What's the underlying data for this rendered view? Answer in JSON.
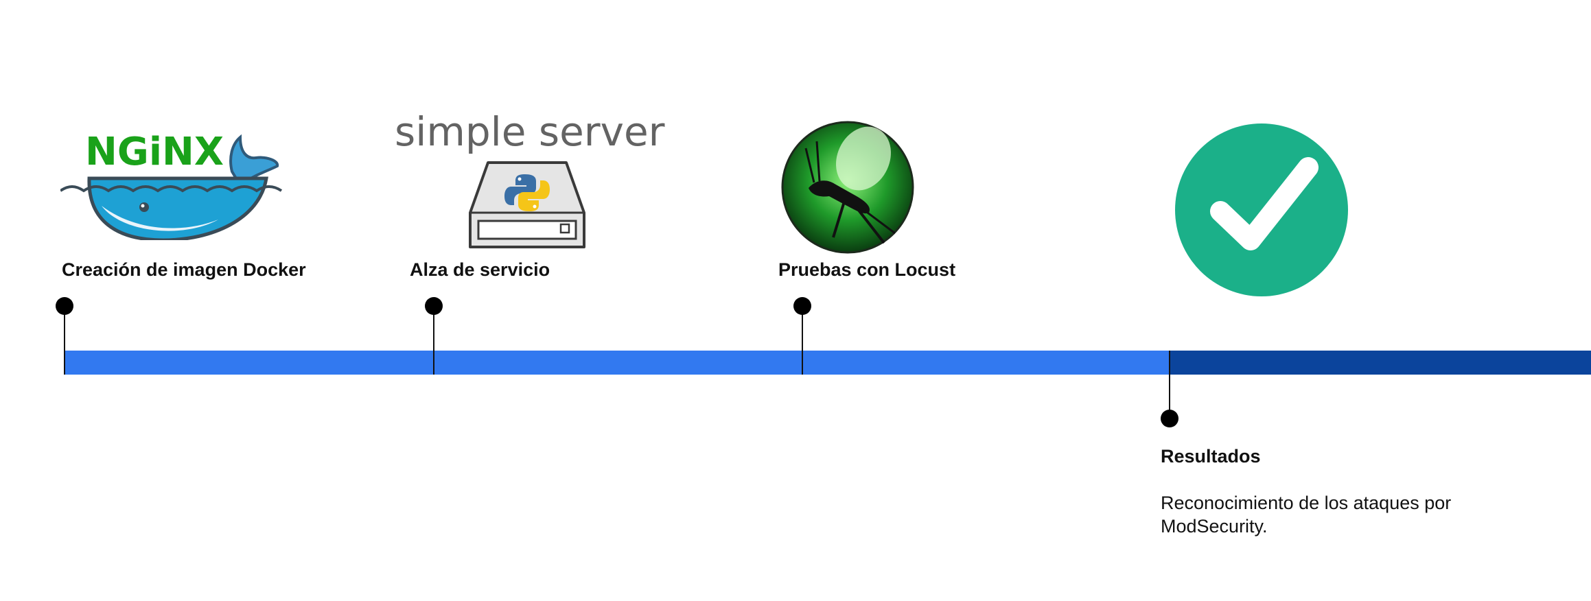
{
  "timeline": {
    "colors": {
      "main_bar": "#3279f0",
      "end_bar": "#0b449c",
      "marker": "#000000"
    },
    "stages": [
      {
        "label": "Creación de imagen Docker",
        "logo": "nginx-docker-whale-icon",
        "logo_text": "NGiNX"
      },
      {
        "label": "Alza de servicio",
        "logo": "python-simple-server-icon",
        "logo_text": "simple server"
      },
      {
        "label": "Pruebas con Locust",
        "logo": "locust-grasshopper-icon"
      }
    ],
    "result": {
      "logo": "checkmark-circle-icon",
      "title": "Resultados",
      "description": "Reconocimiento de los ataques por ModSecurity."
    }
  }
}
